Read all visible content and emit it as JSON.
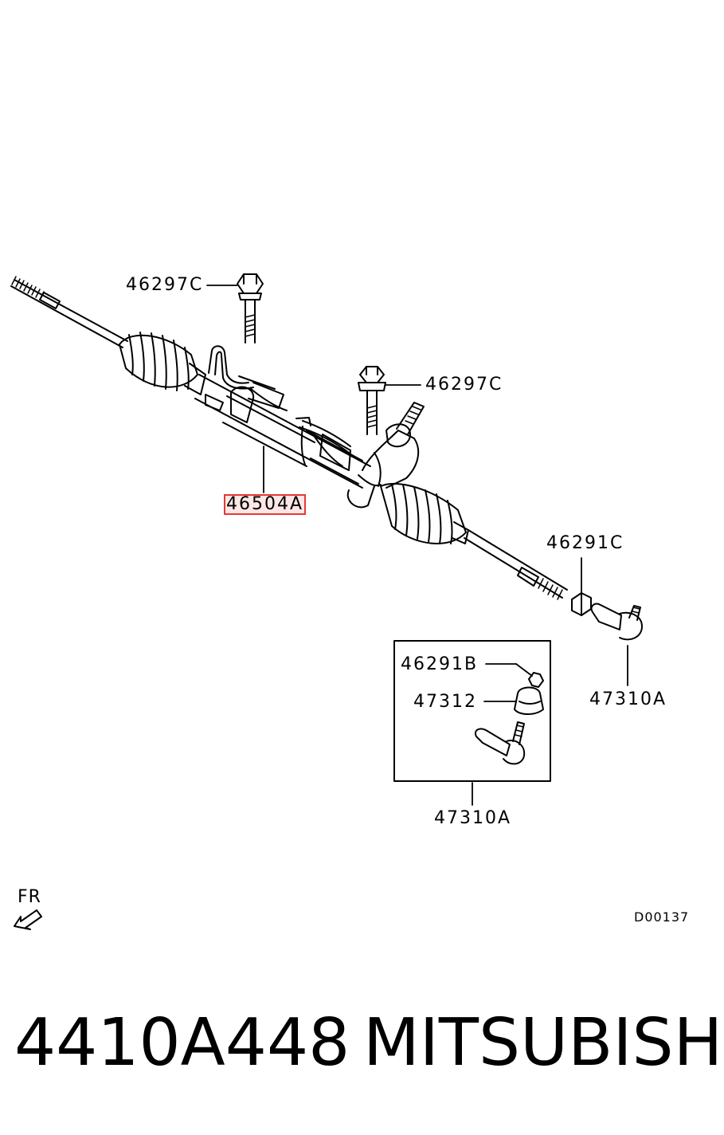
{
  "callouts": {
    "bolt_upper": "46297C",
    "bolt_right": "46297C",
    "gear_assembly": "46504A",
    "nut_right": "46291C",
    "tie_rod_end_right": "47310A",
    "kit_nut": "46291B",
    "kit_boot": "47312",
    "kit_total": "47310A"
  },
  "fr_label": "FR",
  "diagram_code": "D00137",
  "footer": {
    "part_number": "4410A448",
    "brand": "MITSUBISHI"
  },
  "highlight_color": "#e53935"
}
